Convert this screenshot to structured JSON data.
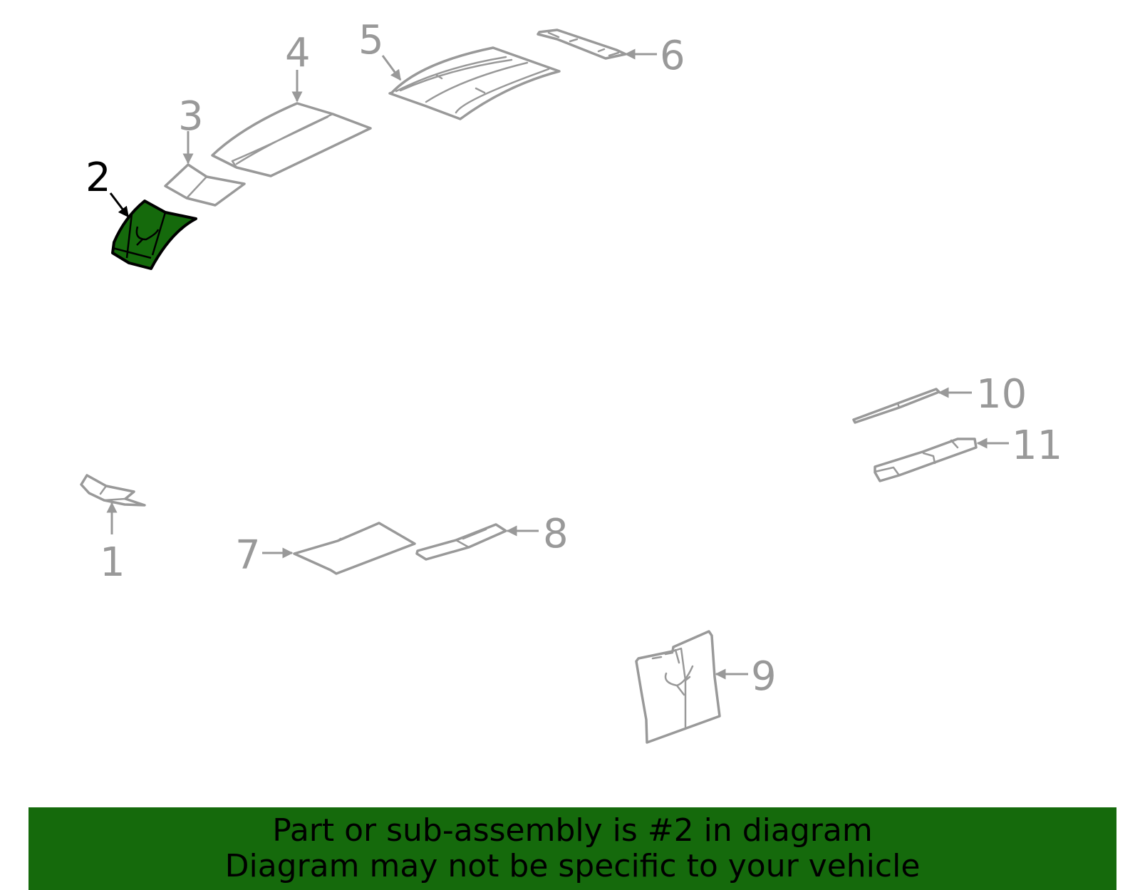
{
  "colors": {
    "highlight": "#156a0c",
    "part_outline": "#999999",
    "selected_outline": "#000000",
    "banner_background": "#156a0c",
    "banner_text": "#000000"
  },
  "selected_part": "2",
  "callouts": [
    {
      "id": "1",
      "label": "1"
    },
    {
      "id": "2",
      "label": "2"
    },
    {
      "id": "3",
      "label": "3"
    },
    {
      "id": "4",
      "label": "4"
    },
    {
      "id": "5",
      "label": "5"
    },
    {
      "id": "6",
      "label": "6"
    },
    {
      "id": "7",
      "label": "7"
    },
    {
      "id": "8",
      "label": "8"
    },
    {
      "id": "9",
      "label": "9"
    },
    {
      "id": "10",
      "label": "10"
    },
    {
      "id": "11",
      "label": "11"
    }
  ],
  "banner": {
    "line1": "Part or sub-assembly is #2 in diagram",
    "line2": "Diagram may not be specific to your vehicle"
  }
}
